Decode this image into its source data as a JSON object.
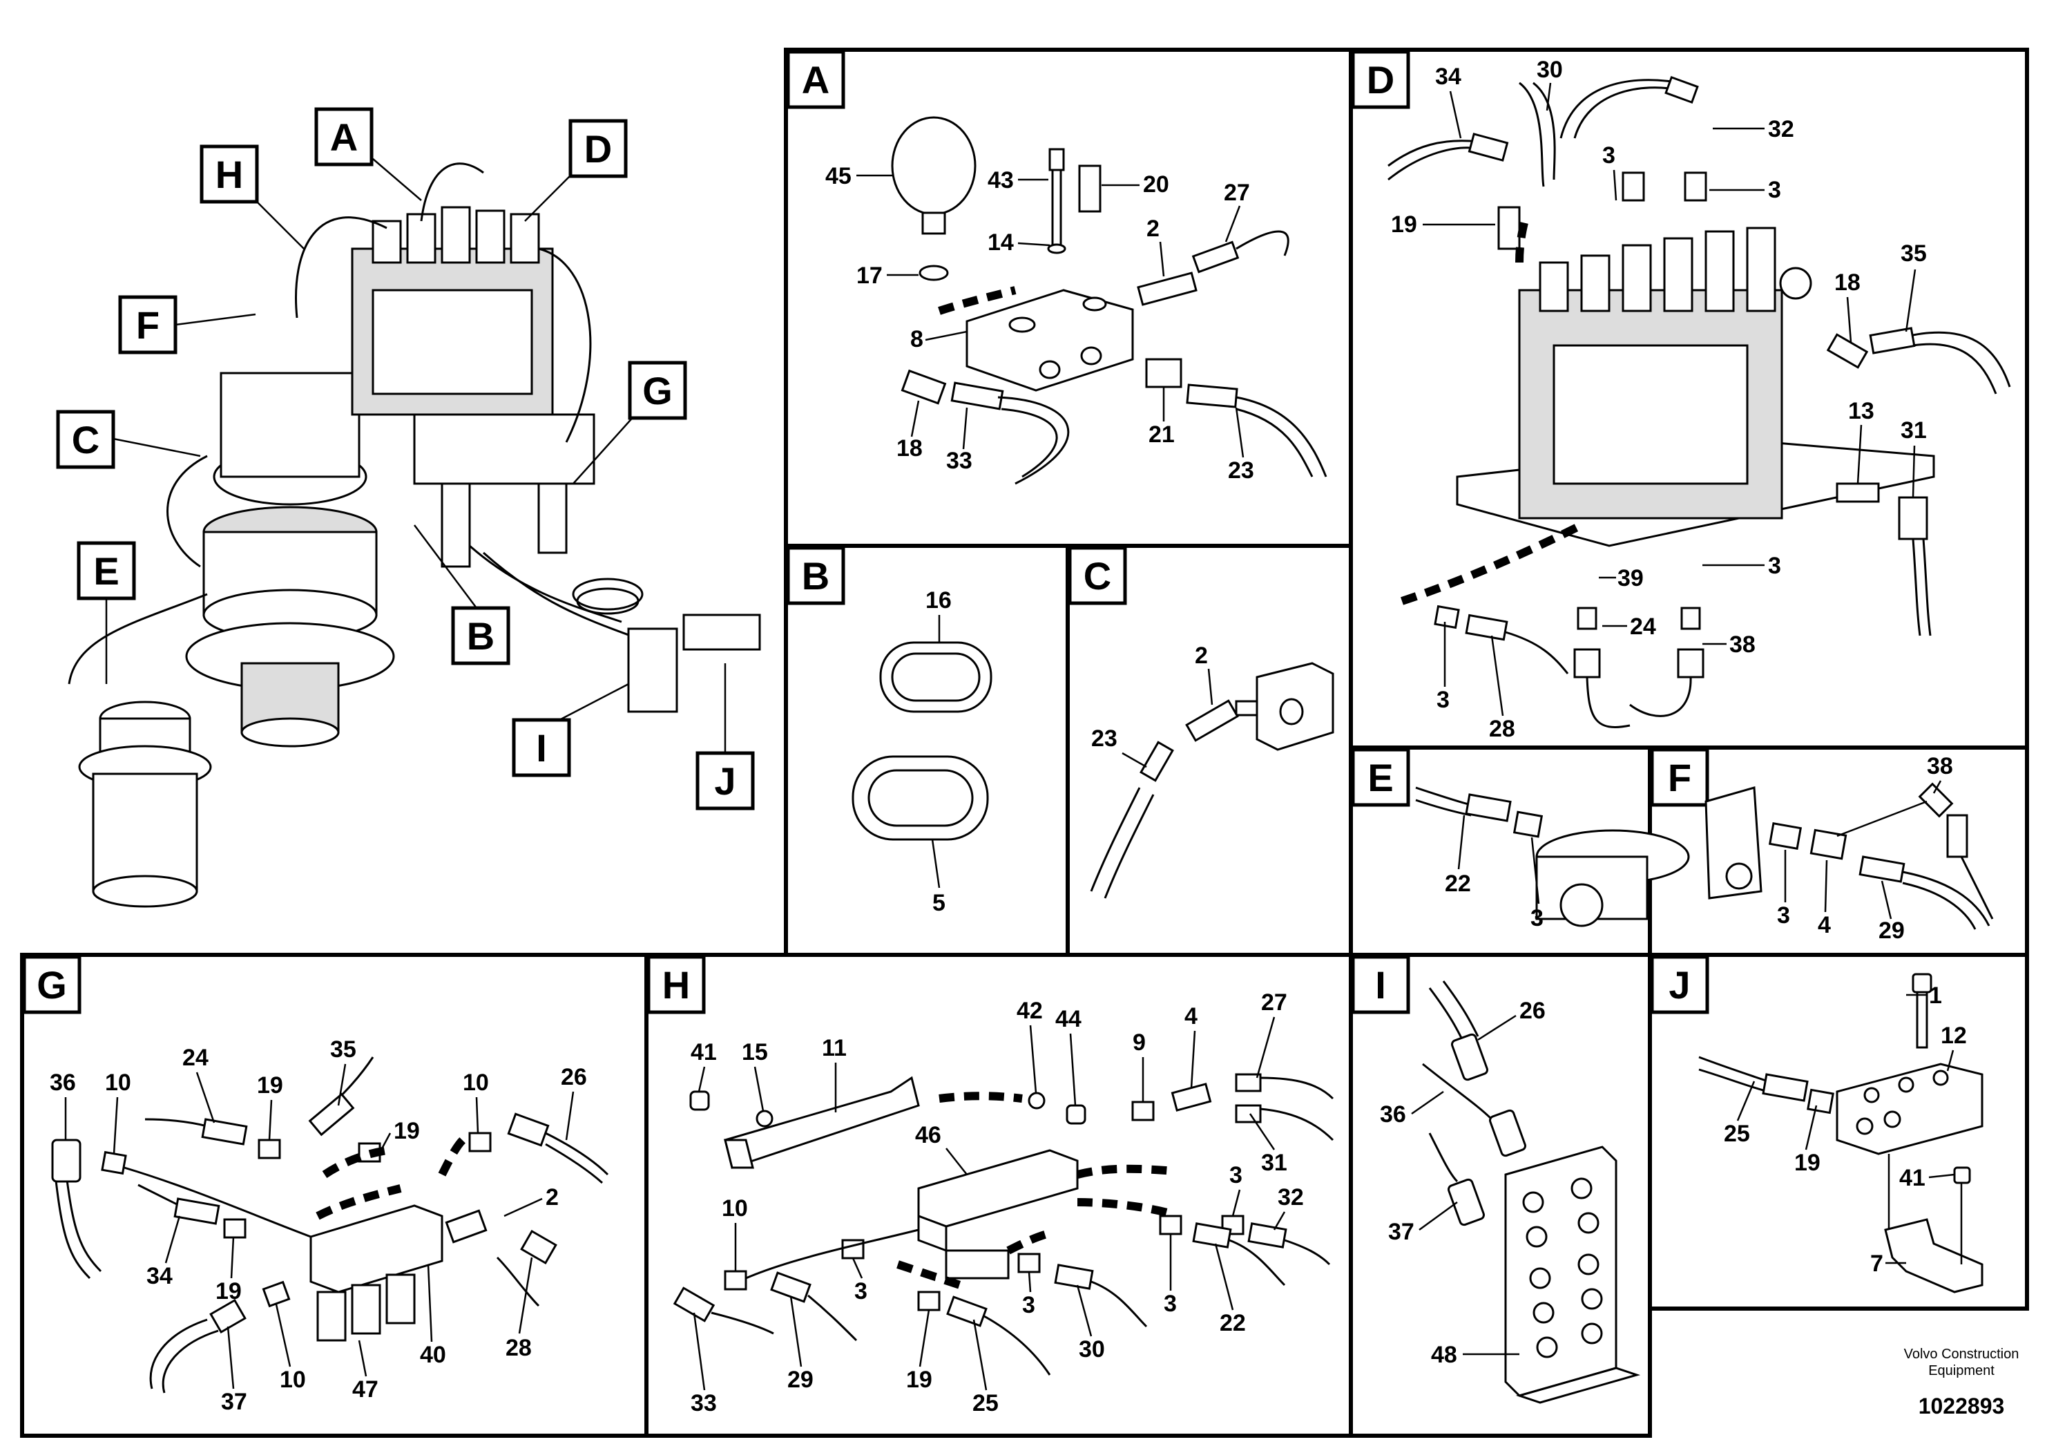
{
  "overview_labels": [
    "A",
    "D",
    "H",
    "F",
    "C",
    "G",
    "E",
    "B",
    "I",
    "J"
  ],
  "panels": [
    {
      "letter": "A",
      "callouts": [
        "45",
        "43",
        "20",
        "14",
        "17",
        "2",
        "27",
        "8",
        "18",
        "33",
        "21",
        "23"
      ]
    },
    {
      "letter": "B",
      "callouts": [
        "16",
        "5"
      ]
    },
    {
      "letter": "C",
      "callouts": [
        "2",
        "23"
      ]
    },
    {
      "letter": "D",
      "callouts": [
        "34",
        "30",
        "32",
        "3",
        "3",
        "19",
        "18",
        "35",
        "13",
        "31",
        "39",
        "3",
        "24",
        "38",
        "3",
        "28"
      ]
    },
    {
      "letter": "E",
      "callouts": [
        "22",
        "3"
      ]
    },
    {
      "letter": "F",
      "callouts": [
        "38",
        "3",
        "4",
        "29"
      ]
    },
    {
      "letter": "G",
      "callouts": [
        "36",
        "10",
        "24",
        "19",
        "35",
        "10",
        "26",
        "19",
        "34",
        "19",
        "2",
        "37",
        "10",
        "47",
        "40",
        "28"
      ]
    },
    {
      "letter": "H",
      "callouts": [
        "41",
        "15",
        "11",
        "42",
        "44",
        "9",
        "4",
        "27",
        "46",
        "31",
        "10",
        "3",
        "32",
        "3",
        "3",
        "22",
        "3",
        "33",
        "29",
        "19",
        "25",
        "30"
      ]
    },
    {
      "letter": "I",
      "callouts": [
        "26",
        "36",
        "37",
        "48"
      ]
    },
    {
      "letter": "J",
      "callouts": [
        "1",
        "12",
        "25",
        "19",
        "41",
        "7"
      ]
    }
  ],
  "footer": {
    "brand": "Volvo Construction",
    "brand_line2": "Equipment",
    "drawing_number": "1022893"
  }
}
